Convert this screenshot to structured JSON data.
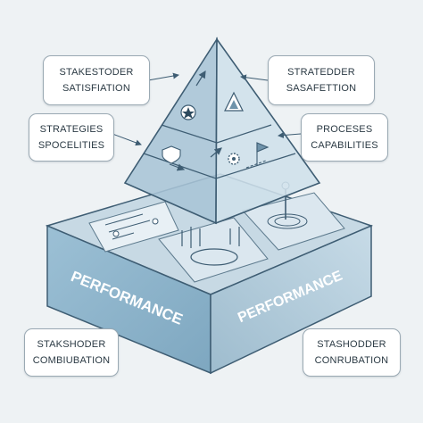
{
  "callouts": {
    "top_left": {
      "line1": "STAKESTODER",
      "line2": "SATISFIATION"
    },
    "mid_left": {
      "line1": "STRATEGIES",
      "line2": "SPOCELITIES"
    },
    "top_right": {
      "line1": "STRATEDDER",
      "line2": "SASAFETTION"
    },
    "mid_right": {
      "line1": "PROCESES",
      "line2": "CAPABILITIES"
    },
    "bottom_left": {
      "line1": "STAKSHODER",
      "line2": "COMBIUBATION"
    },
    "bottom_right": {
      "line1": "STASHODDER",
      "line2": "CONRUBATION"
    }
  },
  "base": {
    "left_face_label": "PERFORMANCE",
    "right_face_label": "PERFORMANCE"
  },
  "colors": {
    "background": "#eef2f4",
    "face_left": "#8fb3c9",
    "face_right": "#7da3bc",
    "base_top": "#c3d6e2",
    "outline": "#3e5d73",
    "label_text": "#ffffff"
  },
  "icons": [
    "star-icon",
    "triangle-icon",
    "arrow-icon",
    "shield-icon",
    "gear-icon",
    "document-icon",
    "target-icon",
    "chart-icon",
    "flag-icon"
  ]
}
